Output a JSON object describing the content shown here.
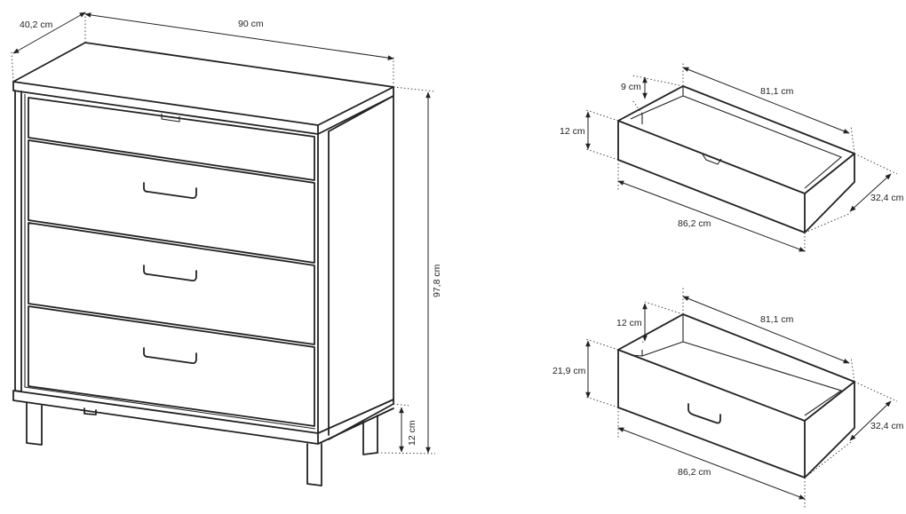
{
  "dresser": {
    "depth_label": "40,2 cm",
    "width_label": "90 cm",
    "height_label": "97,8 cm",
    "leg_height_label": "12 cm"
  },
  "top_drawer": {
    "inner_height_label": "9 cm",
    "front_height_label": "12 cm",
    "inner_width_label": "81,1 cm",
    "outer_width_label": "86,2 cm",
    "depth_label": "32,4 cm"
  },
  "bottom_drawer": {
    "inner_height_label": "12 cm",
    "front_height_label": "21,9 cm",
    "inner_width_label": "81,1 cm",
    "outer_width_label": "86,2 cm",
    "depth_label": "32,4 cm"
  }
}
